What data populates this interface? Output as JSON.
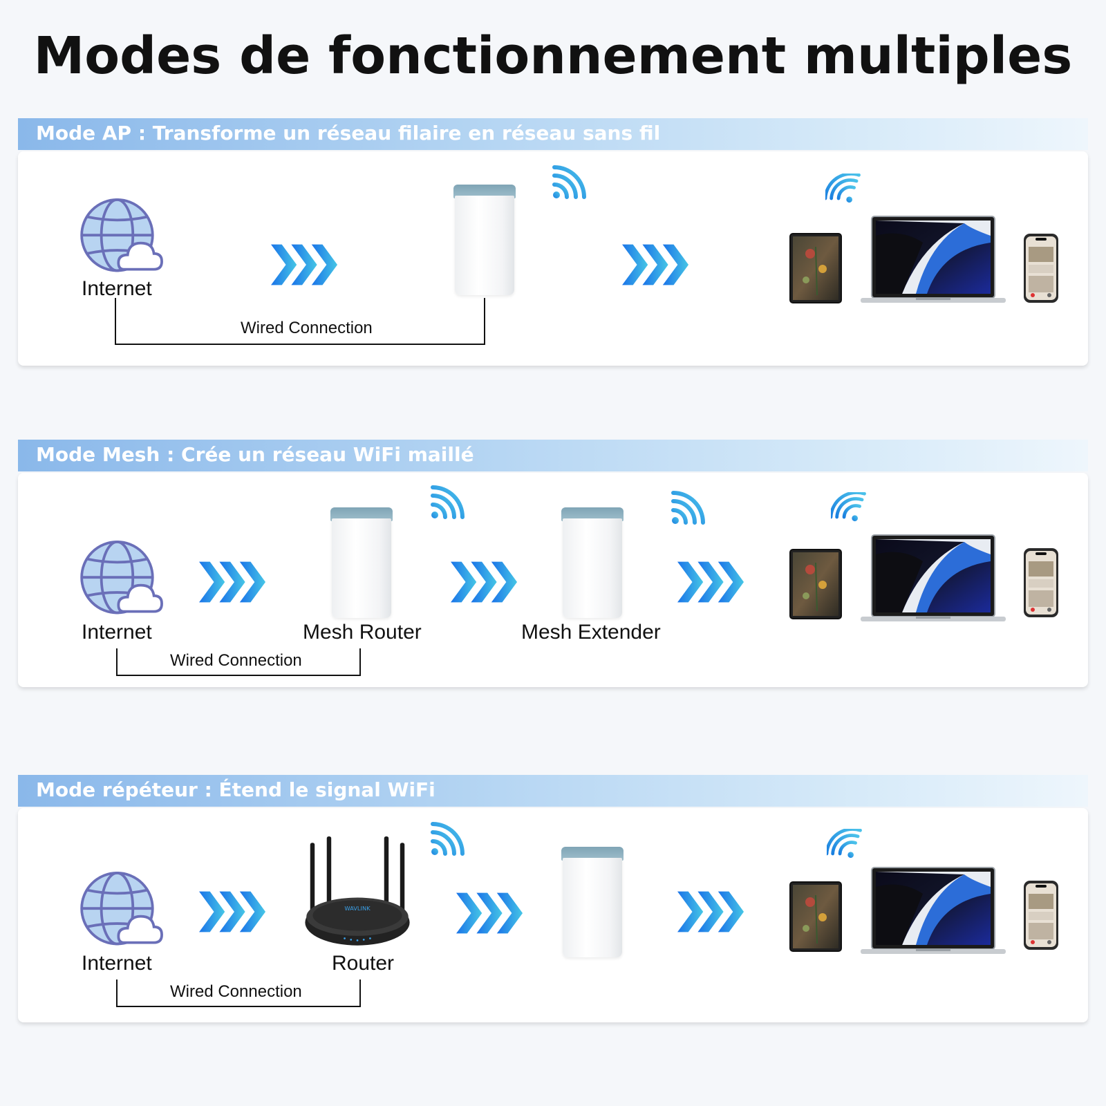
{
  "title": "Modes de fonctionnement multiples",
  "colors": {
    "banner_start": "#8ab8ea",
    "arrow_start": "#1a73e8",
    "arrow_end": "#46c6e6",
    "globe": "#b8d4f1",
    "outline": "#6a6fb8"
  },
  "sections": [
    {
      "heading": "Mode AP : Transforme un réseau filaire en réseau sans fil",
      "labels": {
        "source": "Internet",
        "wired": "Wired Connection"
      },
      "icons": [
        "globe-cloud-icon",
        "chevron-arrows-icon",
        "access-point-icon",
        "wifi-signal-icon",
        "chevron-arrows-icon",
        "wifi-icon",
        "tablet-icon",
        "laptop-icon",
        "phone-icon"
      ]
    },
    {
      "heading": "Mode Mesh : Crée un réseau WiFi maillé",
      "labels": {
        "source": "Internet",
        "router": "Mesh Router",
        "extender": "Mesh Extender",
        "wired": "Wired Connection"
      },
      "icons": [
        "globe-cloud-icon",
        "chevron-arrows-icon",
        "mesh-router-icon",
        "wifi-signal-icon",
        "chevron-arrows-icon",
        "mesh-extender-icon",
        "wifi-signal-icon",
        "chevron-arrows-icon",
        "wifi-icon",
        "tablet-icon",
        "laptop-icon",
        "phone-icon"
      ]
    },
    {
      "heading": "Mode répéteur : Étend le signal WiFi",
      "labels": {
        "source": "Internet",
        "router": "Router",
        "wired": "Wired Connection"
      },
      "icons": [
        "globe-cloud-icon",
        "chevron-arrows-icon",
        "router-icon",
        "wifi-signal-icon",
        "chevron-arrows-icon",
        "repeater-icon",
        "chevron-arrows-icon",
        "wifi-icon",
        "tablet-icon",
        "laptop-icon",
        "phone-icon"
      ]
    }
  ]
}
